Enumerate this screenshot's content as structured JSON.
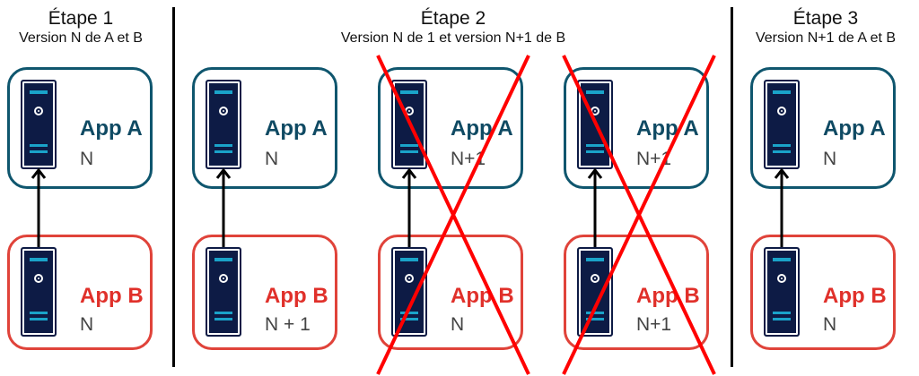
{
  "stages": [
    {
      "title": "Étape 1",
      "subtitle": "Version N de A et B",
      "pairs": [
        {
          "app_a": "App A",
          "a_version": "N",
          "app_b": "App B",
          "b_version": "N",
          "crossed": false
        }
      ]
    },
    {
      "title": "Étape 2",
      "subtitle": "Version N de 1 et version N+1 de B",
      "pairs": [
        {
          "app_a": "App A",
          "a_version": "N",
          "app_b": "App B",
          "b_version": "N + 1",
          "crossed": false
        },
        {
          "app_a": "App A",
          "a_version": "N+1",
          "app_b": "App B",
          "b_version": "N",
          "crossed": true
        },
        {
          "app_a": "App A",
          "a_version": "N+1",
          "app_b": "App B",
          "b_version": "N+1",
          "crossed": true
        }
      ]
    },
    {
      "title": "Étape 3",
      "subtitle": "Version N+1 de A et B",
      "pairs": [
        {
          "app_a": "App A",
          "a_version": "N",
          "app_b": "App B",
          "b_version": "N",
          "crossed": false
        }
      ]
    }
  ],
  "colors": {
    "app_a": "#0f566e",
    "app_b": "#e0433a",
    "cross": "#ff0000",
    "server": "#0d1b45"
  }
}
